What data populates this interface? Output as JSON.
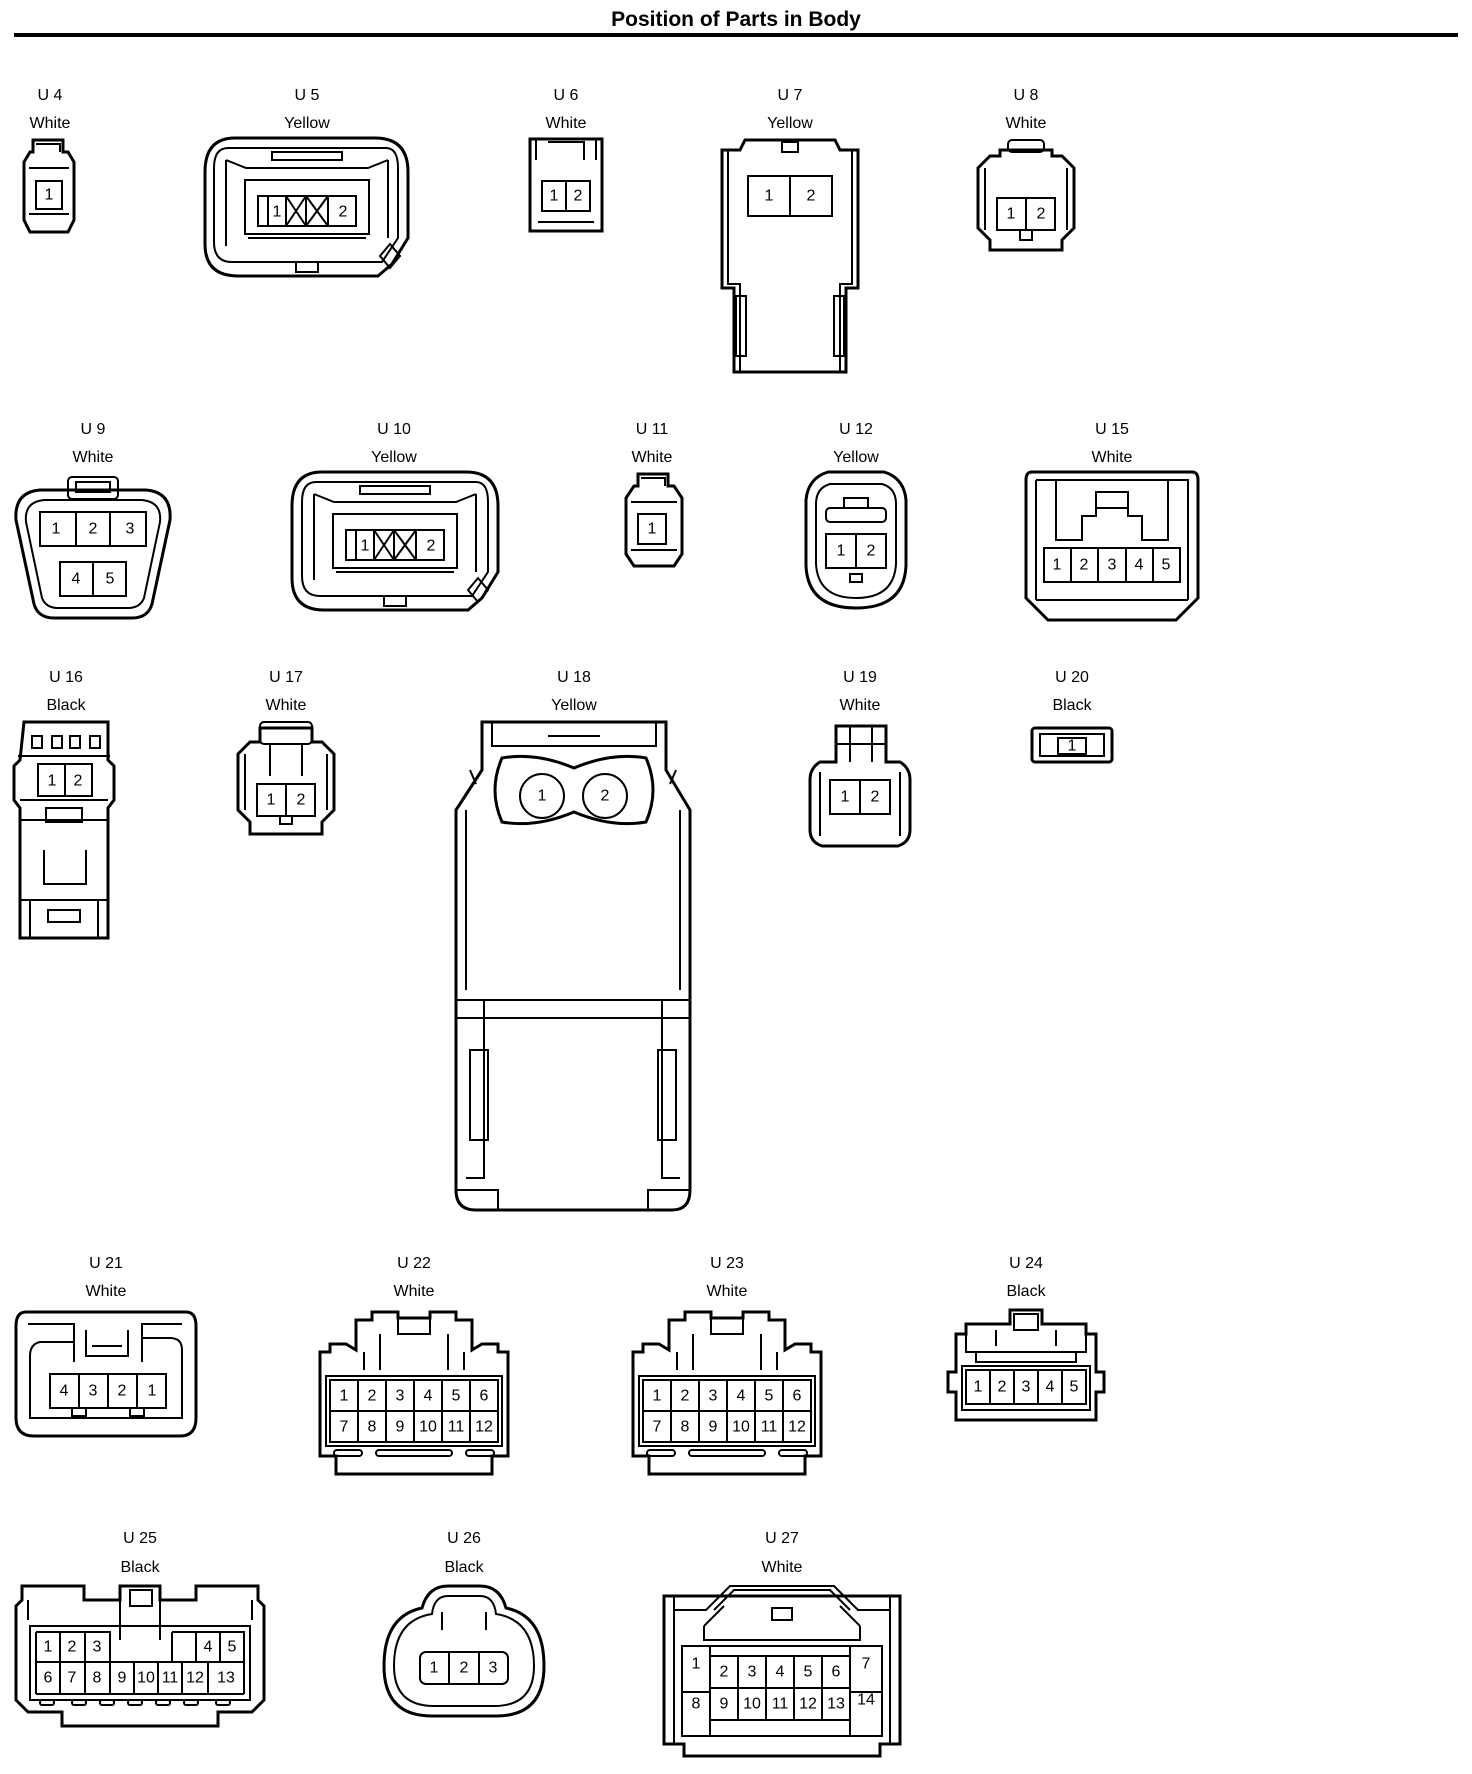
{
  "title": "Position of Parts in Body",
  "connectors": [
    {
      "id": "U 4",
      "color": "White",
      "pins": [
        "1"
      ]
    },
    {
      "id": "U 5",
      "color": "Yellow",
      "pins": [
        "1",
        "2"
      ]
    },
    {
      "id": "U 6",
      "color": "White",
      "pins": [
        "1",
        "2"
      ]
    },
    {
      "id": "U 7",
      "color": "Yellow",
      "pins": [
        "1",
        "2"
      ]
    },
    {
      "id": "U 8",
      "color": "White",
      "pins": [
        "1",
        "2"
      ]
    },
    {
      "id": "U 9",
      "color": "White",
      "pins": [
        "1",
        "2",
        "3",
        "4",
        "5"
      ]
    },
    {
      "id": "U 10",
      "color": "Yellow",
      "pins": [
        "1",
        "2"
      ]
    },
    {
      "id": "U 11",
      "color": "White",
      "pins": [
        "1"
      ]
    },
    {
      "id": "U 12",
      "color": "Yellow",
      "pins": [
        "1",
        "2"
      ]
    },
    {
      "id": "U 15",
      "color": "White",
      "pins": [
        "1",
        "2",
        "3",
        "4",
        "5"
      ]
    },
    {
      "id": "U 16",
      "color": "Black",
      "pins": [
        "1",
        "2"
      ]
    },
    {
      "id": "U 17",
      "color": "White",
      "pins": [
        "1",
        "2"
      ]
    },
    {
      "id": "U 18",
      "color": "Yellow",
      "pins": [
        "1",
        "2"
      ]
    },
    {
      "id": "U 19",
      "color": "White",
      "pins": [
        "1",
        "2"
      ]
    },
    {
      "id": "U 20",
      "color": "Black",
      "pins": [
        "1"
      ]
    },
    {
      "id": "U 21",
      "color": "White",
      "pins": [
        "4",
        "3",
        "2",
        "1"
      ]
    },
    {
      "id": "U 22",
      "color": "White",
      "pins": [
        "1",
        "2",
        "3",
        "4",
        "5",
        "6",
        "7",
        "8",
        "9",
        "10",
        "11",
        "12"
      ]
    },
    {
      "id": "U 23",
      "color": "White",
      "pins": [
        "1",
        "2",
        "3",
        "4",
        "5",
        "6",
        "7",
        "8",
        "9",
        "10",
        "11",
        "12"
      ]
    },
    {
      "id": "U 24",
      "color": "Black",
      "pins": [
        "1",
        "2",
        "3",
        "4",
        "5"
      ]
    },
    {
      "id": "U 25",
      "color": "Black",
      "pins": [
        "1",
        "2",
        "3",
        "4",
        "5",
        "6",
        "7",
        "8",
        "9",
        "10",
        "11",
        "12",
        "13"
      ]
    },
    {
      "id": "U 26",
      "color": "Black",
      "pins": [
        "1",
        "2",
        "3"
      ]
    },
    {
      "id": "U 27",
      "color": "White",
      "pins": [
        "1",
        "2",
        "3",
        "4",
        "5",
        "6",
        "7",
        "8",
        "9",
        "10",
        "11",
        "12",
        "13",
        "14"
      ]
    }
  ]
}
